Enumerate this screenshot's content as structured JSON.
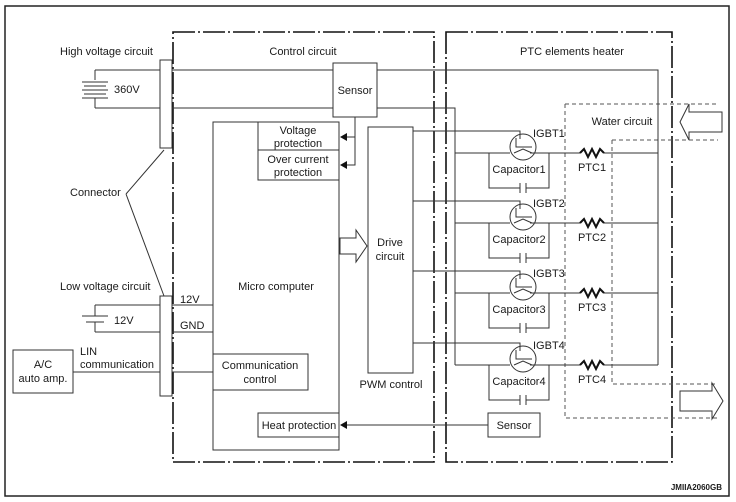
{
  "diagram": {
    "title_code": "JMIIA2060GB",
    "sections": {
      "control_circuit": "Control circuit",
      "ptc_heater": "PTC elements heater",
      "water_circuit": "Water circuit"
    },
    "left": {
      "high_voltage_circuit": "High voltage circuit",
      "high_voltage_value": "360V",
      "connector": "Connector",
      "low_voltage_circuit": "Low voltage circuit",
      "low_voltage_value": "12V",
      "pin_12v": "12V",
      "pin_gnd": "GND",
      "lin_line1": "LIN",
      "lin_line2": "communication",
      "ac_amp_line1": "A/C",
      "ac_amp_line2": "auto amp."
    },
    "control": {
      "sensor": "Sensor",
      "voltage_protection_1": "Voltage",
      "voltage_protection_2": "protection",
      "over_current_1": "Over current",
      "over_current_2": "protection",
      "micro_computer": "Micro computer",
      "communication_control_1": "Communication",
      "communication_control_2": "control",
      "heat_protection": "Heat protection",
      "drive_circuit_1": "Drive",
      "drive_circuit_2": "circuit",
      "pwm_control": "PWM control"
    },
    "heater": {
      "igbts": [
        "IGBT1",
        "IGBT2",
        "IGBT3",
        "IGBT4"
      ],
      "capacitors": [
        "Capacitor1",
        "Capacitor2",
        "Capacitor3",
        "Capacitor4"
      ],
      "ptcs": [
        "PTC1",
        "PTC2",
        "PTC3",
        "PTC4"
      ],
      "sensor": "Sensor"
    }
  }
}
